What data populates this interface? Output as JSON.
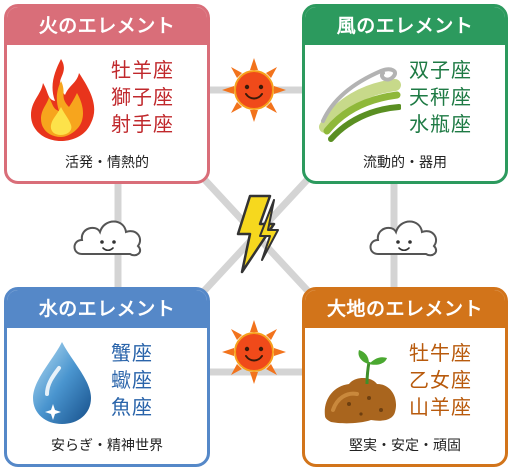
{
  "elements": {
    "fire": {
      "title": "火のエレメント",
      "signs": [
        "牡羊座",
        "獅子座",
        "射手座"
      ],
      "traits": "活発・情熱的",
      "color": "#d96e79",
      "text_color": "#c0282c"
    },
    "wind": {
      "title": "風のエレメント",
      "signs": [
        "双子座",
        "天秤座",
        "水瓶座"
      ],
      "traits": "流動的・器用",
      "color": "#2c9a5e",
      "text_color": "#1e7a44"
    },
    "water": {
      "title": "水のエレメント",
      "signs": [
        "蟹座",
        "蠍座",
        "魚座"
      ],
      "traits": "安らぎ・精神世界",
      "color": "#5588c8",
      "text_color": "#2a64aa"
    },
    "earth": {
      "title": "大地のエレメント",
      "signs": [
        "牡牛座",
        "乙女座",
        "山羊座"
      ],
      "traits": "堅実・安定・頑固",
      "color": "#d2741a",
      "text_color": "#b85a0c"
    }
  },
  "icons": {
    "fire": "flame-icon",
    "wind": "wind-swirl-icon",
    "water": "water-drop-icon",
    "earth": "soil-sprout-icon",
    "sun_top": "smiling-sun-icon",
    "sun_bottom": "smiling-sun-icon",
    "cloud_left": "smiling-cloud-icon",
    "cloud_right": "smiling-cloud-icon",
    "center": "lightning-bolt-icon"
  },
  "connector_color": "#d4d4d4"
}
